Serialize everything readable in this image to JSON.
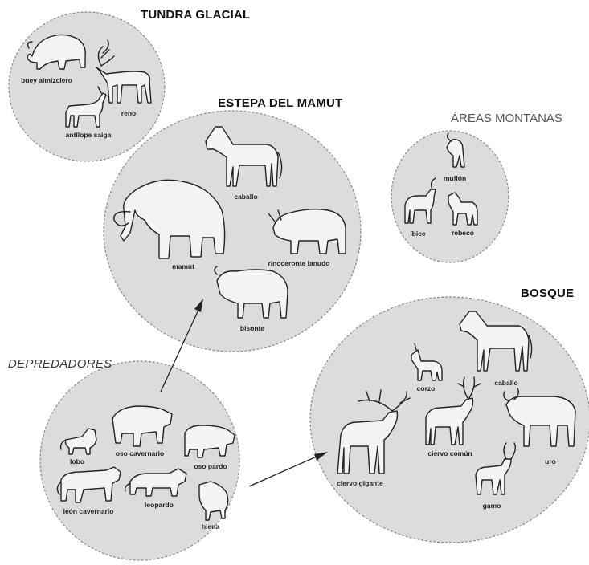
{
  "regions": {
    "tundra": {
      "title": "TUNDRA GLACIAL",
      "animals": [
        "buey almizclero",
        "reno",
        "antílope saiga"
      ]
    },
    "estepa": {
      "title": "ESTEPA DEL MAMUT",
      "animals": [
        "caballo",
        "mamut",
        "rinoceronte lanudo",
        "bisonte"
      ]
    },
    "montanas": {
      "title": "ÁREAS MONTANAS",
      "animals": [
        "muflón",
        "íbice",
        "rebeco"
      ]
    },
    "bosque": {
      "title": "BOSQUE",
      "animals": [
        "corzo",
        "caballo",
        "ciervo gigante",
        "ciervo común",
        "uro",
        "gamo"
      ]
    },
    "depredadores": {
      "title": "DEPREDADORES",
      "animals": [
        "lobo",
        "oso cavernario",
        "oso pardo",
        "león cavernario",
        "leopardo",
        "hiena"
      ]
    }
  },
  "arrows": [
    {
      "from": "depredadores",
      "to": "estepa"
    },
    {
      "from": "depredadores",
      "to": "bosque"
    }
  ]
}
